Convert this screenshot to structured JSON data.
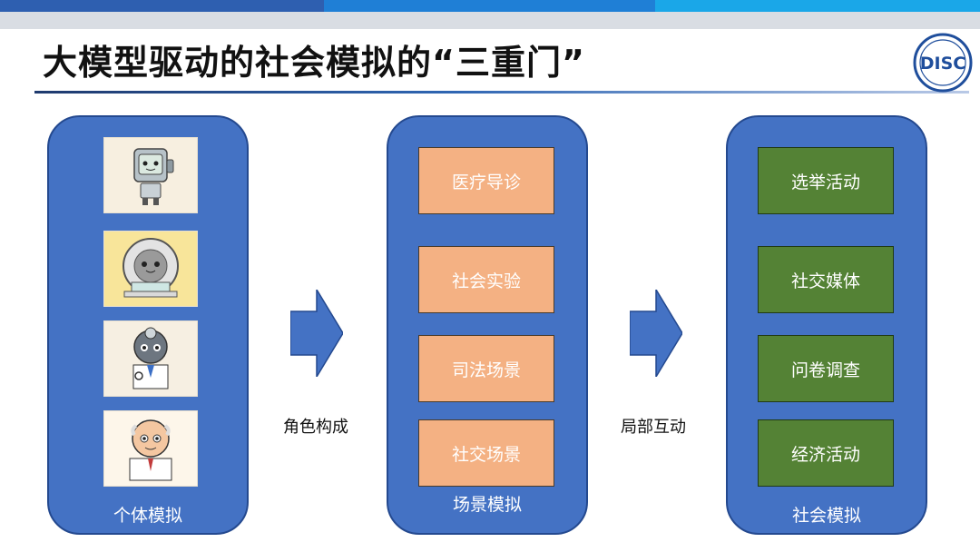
{
  "title": "大模型驱动的社会模拟的“三重门”",
  "logo": {
    "text": "DISC",
    "icon": "disc-logo-icon"
  },
  "colors": {
    "panel": "#4472c4",
    "orange_box": "#f4b183",
    "green_box": "#548235",
    "arrow": "#4472c4",
    "topbar_dark": "#2e5fb0",
    "topbar_mid": "#1f7fd6",
    "topbar_light": "#1aa7e8"
  },
  "panels": [
    {
      "label": "个体模拟",
      "avatars": [
        {
          "icon": "robot-avatar-icon"
        },
        {
          "icon": "mri-scanner-avatar-icon"
        },
        {
          "icon": "robot-doctor-avatar-icon"
        },
        {
          "icon": "elderly-doctor-avatar-icon"
        }
      ]
    },
    {
      "label": "场景模拟",
      "items": [
        "医疗导诊",
        "社会实验",
        "司法场景",
        "社交场景"
      ]
    },
    {
      "label": "社会模拟",
      "items": [
        "选举活动",
        "社交媒体",
        "问卷调查",
        "经济活动"
      ]
    }
  ],
  "arrows": [
    {
      "label": "角色构成",
      "icon": "right-arrow-icon"
    },
    {
      "label": "局部互动",
      "icon": "right-arrow-icon"
    }
  ]
}
